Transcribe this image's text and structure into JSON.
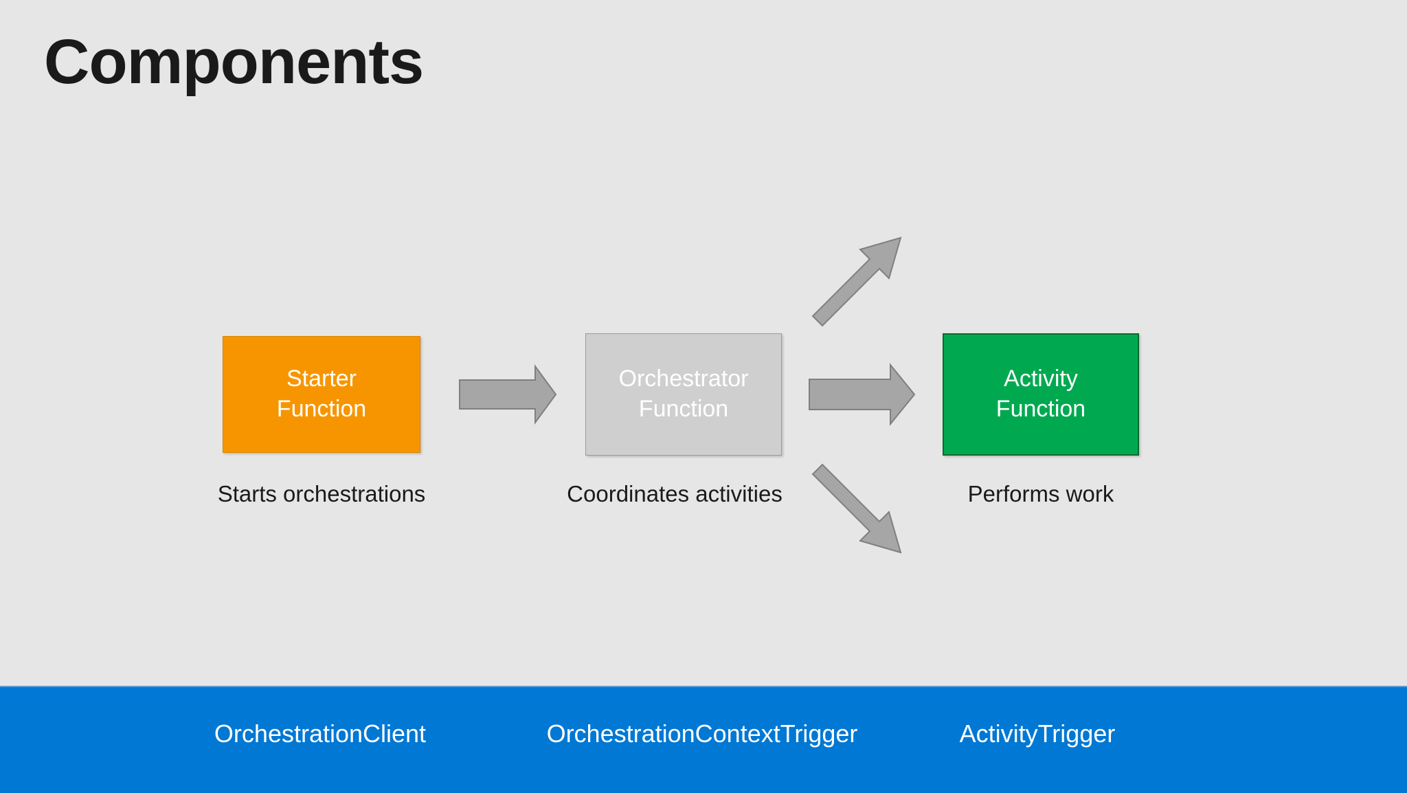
{
  "slide": {
    "title": "Components",
    "background_color": "#E6E6E6"
  },
  "diagram": {
    "type": "flow",
    "nodes": [
      {
        "id": "starter",
        "line1": "Starter",
        "line2": "Function",
        "caption": "Starts orchestrations",
        "fill_color": "#F79500",
        "text_color": "#FFFFFF"
      },
      {
        "id": "orchestrator",
        "line1": "Orchestrator",
        "line2": "Function",
        "caption": "Coordinates activities",
        "fill_color": "#CFCFCF",
        "text_color": "#FFFFFF"
      },
      {
        "id": "activity",
        "line1": "Activity",
        "line2": "Function",
        "caption": "Performs work",
        "fill_color": "#00A950",
        "text_color": "#FFFFFF"
      }
    ],
    "arrows": [
      {
        "id": "starter-to-orchestrator",
        "direction": "right",
        "from": "starter",
        "to": "orchestrator"
      },
      {
        "id": "orchestrator-to-activity",
        "direction": "right",
        "from": "orchestrator",
        "to": "activity"
      },
      {
        "id": "orchestrator-to-activity-up",
        "direction": "up-right",
        "from": "orchestrator",
        "to": "activity"
      },
      {
        "id": "orchestrator-to-activity-down",
        "direction": "down-right",
        "from": "orchestrator",
        "to": "activity"
      }
    ],
    "arrow_fill_color": "#A6A6A6",
    "arrow_stroke_color": "#7F7F7F"
  },
  "footer": {
    "background_color": "#0078D4",
    "labels": [
      "OrchestrationClient",
      "OrchestrationContextTrigger",
      "ActivityTrigger"
    ]
  }
}
